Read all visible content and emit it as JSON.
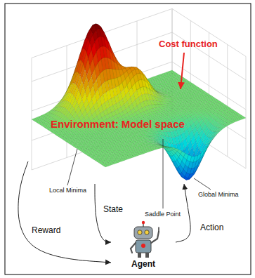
{
  "diagram": {
    "nodes": [
      {
        "text": [
          "Environment: Model space"
        ]
      },
      {
        "text": [
          "Agent"
        ]
      }
    ],
    "edges": [
      {
        "from": 0,
        "to": 1,
        "label": "State",
        "arrow": "to"
      },
      {
        "from": 1,
        "to": 0,
        "label": "Action",
        "arrow": "to"
      },
      {
        "from": 0,
        "to": 1,
        "label": "Reward",
        "arrow": "to"
      }
    ],
    "labels": [
      "Cost function",
      "Local Minima",
      "Saddle Point",
      "Global Minima"
    ]
  }
}
